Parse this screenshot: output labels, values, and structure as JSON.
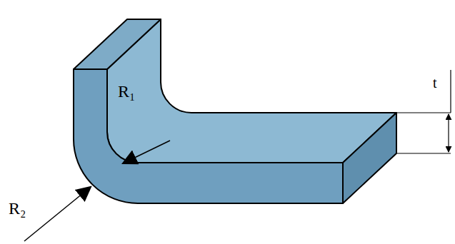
{
  "diagram": {
    "labels": [
      "R₁",
      "R₂",
      "t"
    ]
  }
}
